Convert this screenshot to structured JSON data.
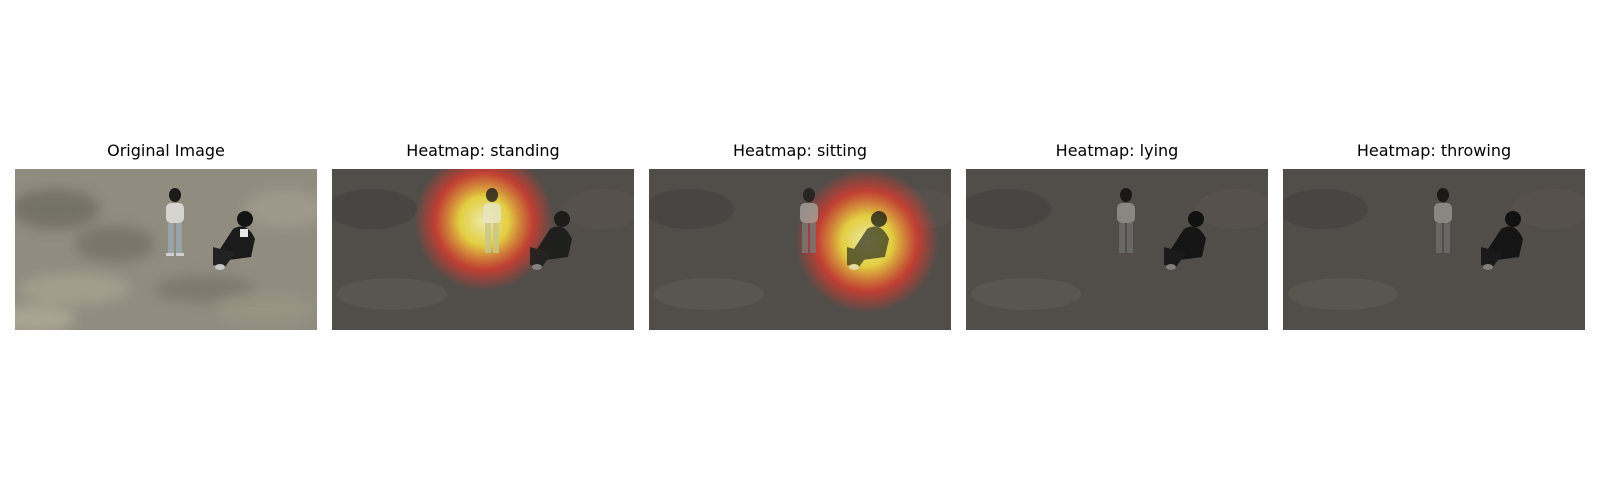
{
  "panels": [
    {
      "title": "Original Image",
      "kind": "original"
    },
    {
      "title": "Heatmap: standing",
      "kind": "heatmap",
      "target": "standing",
      "intensity": 1.0
    },
    {
      "title": "Heatmap: sitting",
      "kind": "heatmap",
      "target": "sitting",
      "intensity": 1.0
    },
    {
      "title": "Heatmap: lying",
      "kind": "heatmap",
      "target": "none",
      "intensity": 0.0
    },
    {
      "title": "Heatmap: throwing",
      "kind": "heatmap",
      "target": "none",
      "intensity": 0.0
    }
  ],
  "colors": {
    "ground": "#8f8b7f",
    "ground_dim": "#514d49",
    "heat_core": "#f3f0a0",
    "heat_mid": "#f6d23c",
    "heat_outer": "#e4322c"
  }
}
